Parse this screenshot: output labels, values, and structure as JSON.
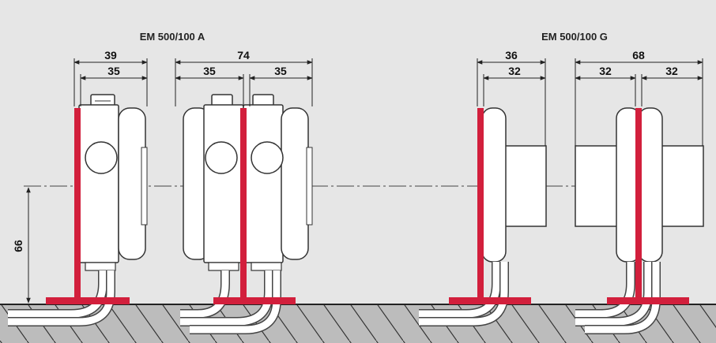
{
  "models": {
    "a": "EM 500/100 A",
    "g": "EM 500/100 G"
  },
  "dimensions": {
    "a_single_total": "39",
    "a_single_inner": "35",
    "a_double_total": "74",
    "a_double_left": "35",
    "a_double_right": "35",
    "g_single_total": "36",
    "g_single_inner": "32",
    "g_double_total": "68",
    "g_double_left": "32",
    "g_double_right": "32",
    "height": "66"
  },
  "colors": {
    "background": "#e6e6e6",
    "bracket": "#d21f3c",
    "housing": "#ffffff",
    "outline": "#333333"
  }
}
